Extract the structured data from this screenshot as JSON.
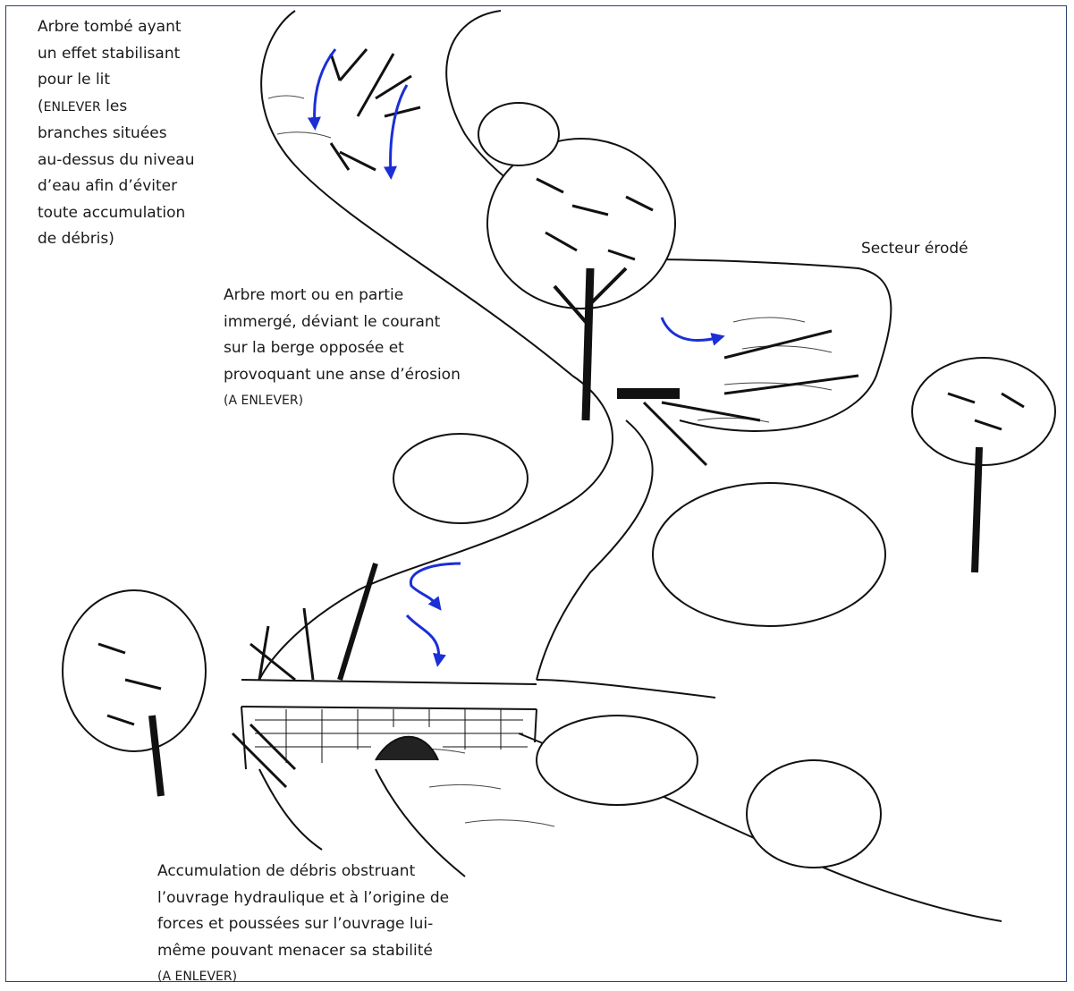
{
  "annotations": {
    "fallen_tree": {
      "lines": [
        "Arbre tombé ayant",
        "un effet stabilisant",
        "pour le lit"
      ],
      "paren_open": "(",
      "action": "ENLEVER",
      "lines2_first": " les",
      "lines2": [
        "branches situées",
        "au-dessus du niveau",
        "d’eau afin d’éviter",
        "toute accumulation",
        "de débris)"
      ]
    },
    "eroded_sector": "Secteur érodé",
    "dead_tree": {
      "lines": [
        "Arbre mort ou en partie",
        "immergé, déviant le courant",
        "sur la berge opposée et",
        "provoquant une anse d’érosion"
      ],
      "tag": "(A ENLEVER)"
    },
    "debris": {
      "lines": [
        "Accumulation de débris obstruant",
        "l’ouvrage hydraulique et à l’origine de",
        "forces et poussées sur l’ouvrage lui-",
        "même pouvant menacer sa stabilité"
      ],
      "tag": "(A ENLEVER)"
    }
  },
  "colors": {
    "frame": "#2a3f6b",
    "flow_arrows": "#1a2fd6",
    "ink": "#111111"
  },
  "icons": [
    "flow-arrow-icon",
    "tree-icon",
    "bridge-icon"
  ]
}
